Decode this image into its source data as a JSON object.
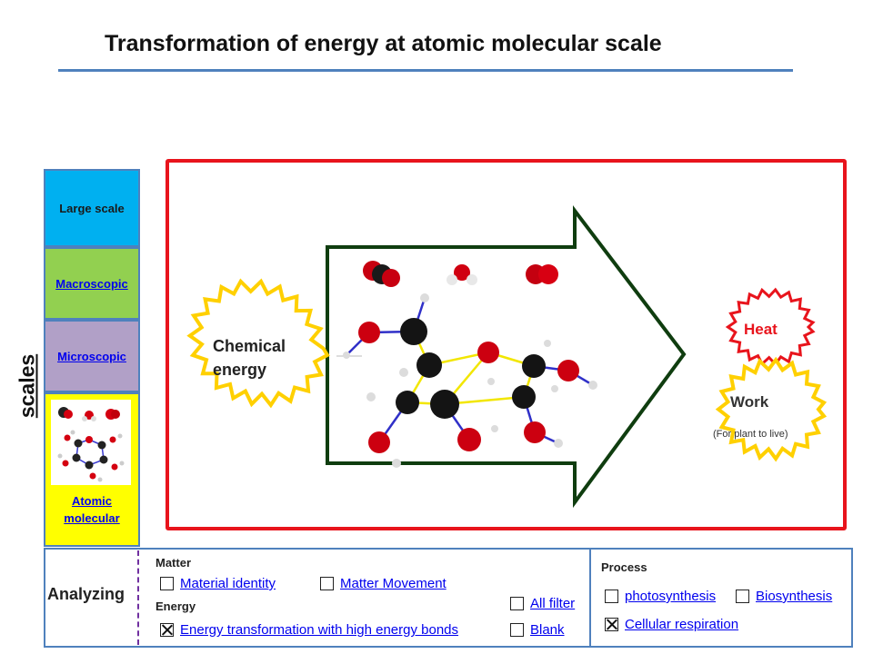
{
  "title": "Transformation of energy at atomic molecular scale",
  "scales": {
    "label": "scales",
    "large": "Large scale",
    "macroscopic": "Macroscopic",
    "microscopic": "Microscopic",
    "atomic_line1": "Atomic",
    "atomic_line2": "molecular"
  },
  "diagram": {
    "input_line1": "Chemical",
    "input_line2": "energy",
    "output_heat": "Heat",
    "output_work": "Work",
    "output_work_note": "(For plant to live)"
  },
  "analyzing": {
    "label": "Analyzing",
    "matter_heading": "Matter",
    "matter_options": [
      {
        "label": "Material identity",
        "checked": false
      },
      {
        "label": "Matter Movement",
        "checked": false
      }
    ],
    "energy_heading": "Energy",
    "energy_options": [
      {
        "label": "Energy transformation with high energy bonds",
        "checked": true
      }
    ],
    "filters": [
      {
        "label": "All filter",
        "checked": false
      },
      {
        "label": "Blank",
        "checked": false
      }
    ],
    "process_heading": "Process",
    "process_options": [
      {
        "label": "photosynthesis",
        "checked": false
      },
      {
        "label": "Biosynthesis",
        "checked": false
      },
      {
        "label": "Cellular respiration",
        "checked": true
      }
    ]
  },
  "colors": {
    "large": "#00b0f0",
    "macroscopic": "#92d050",
    "microscopic": "#b1a0c7",
    "atomic": "#ffff00",
    "frame": "#e8141c",
    "arrow": "#0f3d0f",
    "accent": "#4f81bd"
  }
}
